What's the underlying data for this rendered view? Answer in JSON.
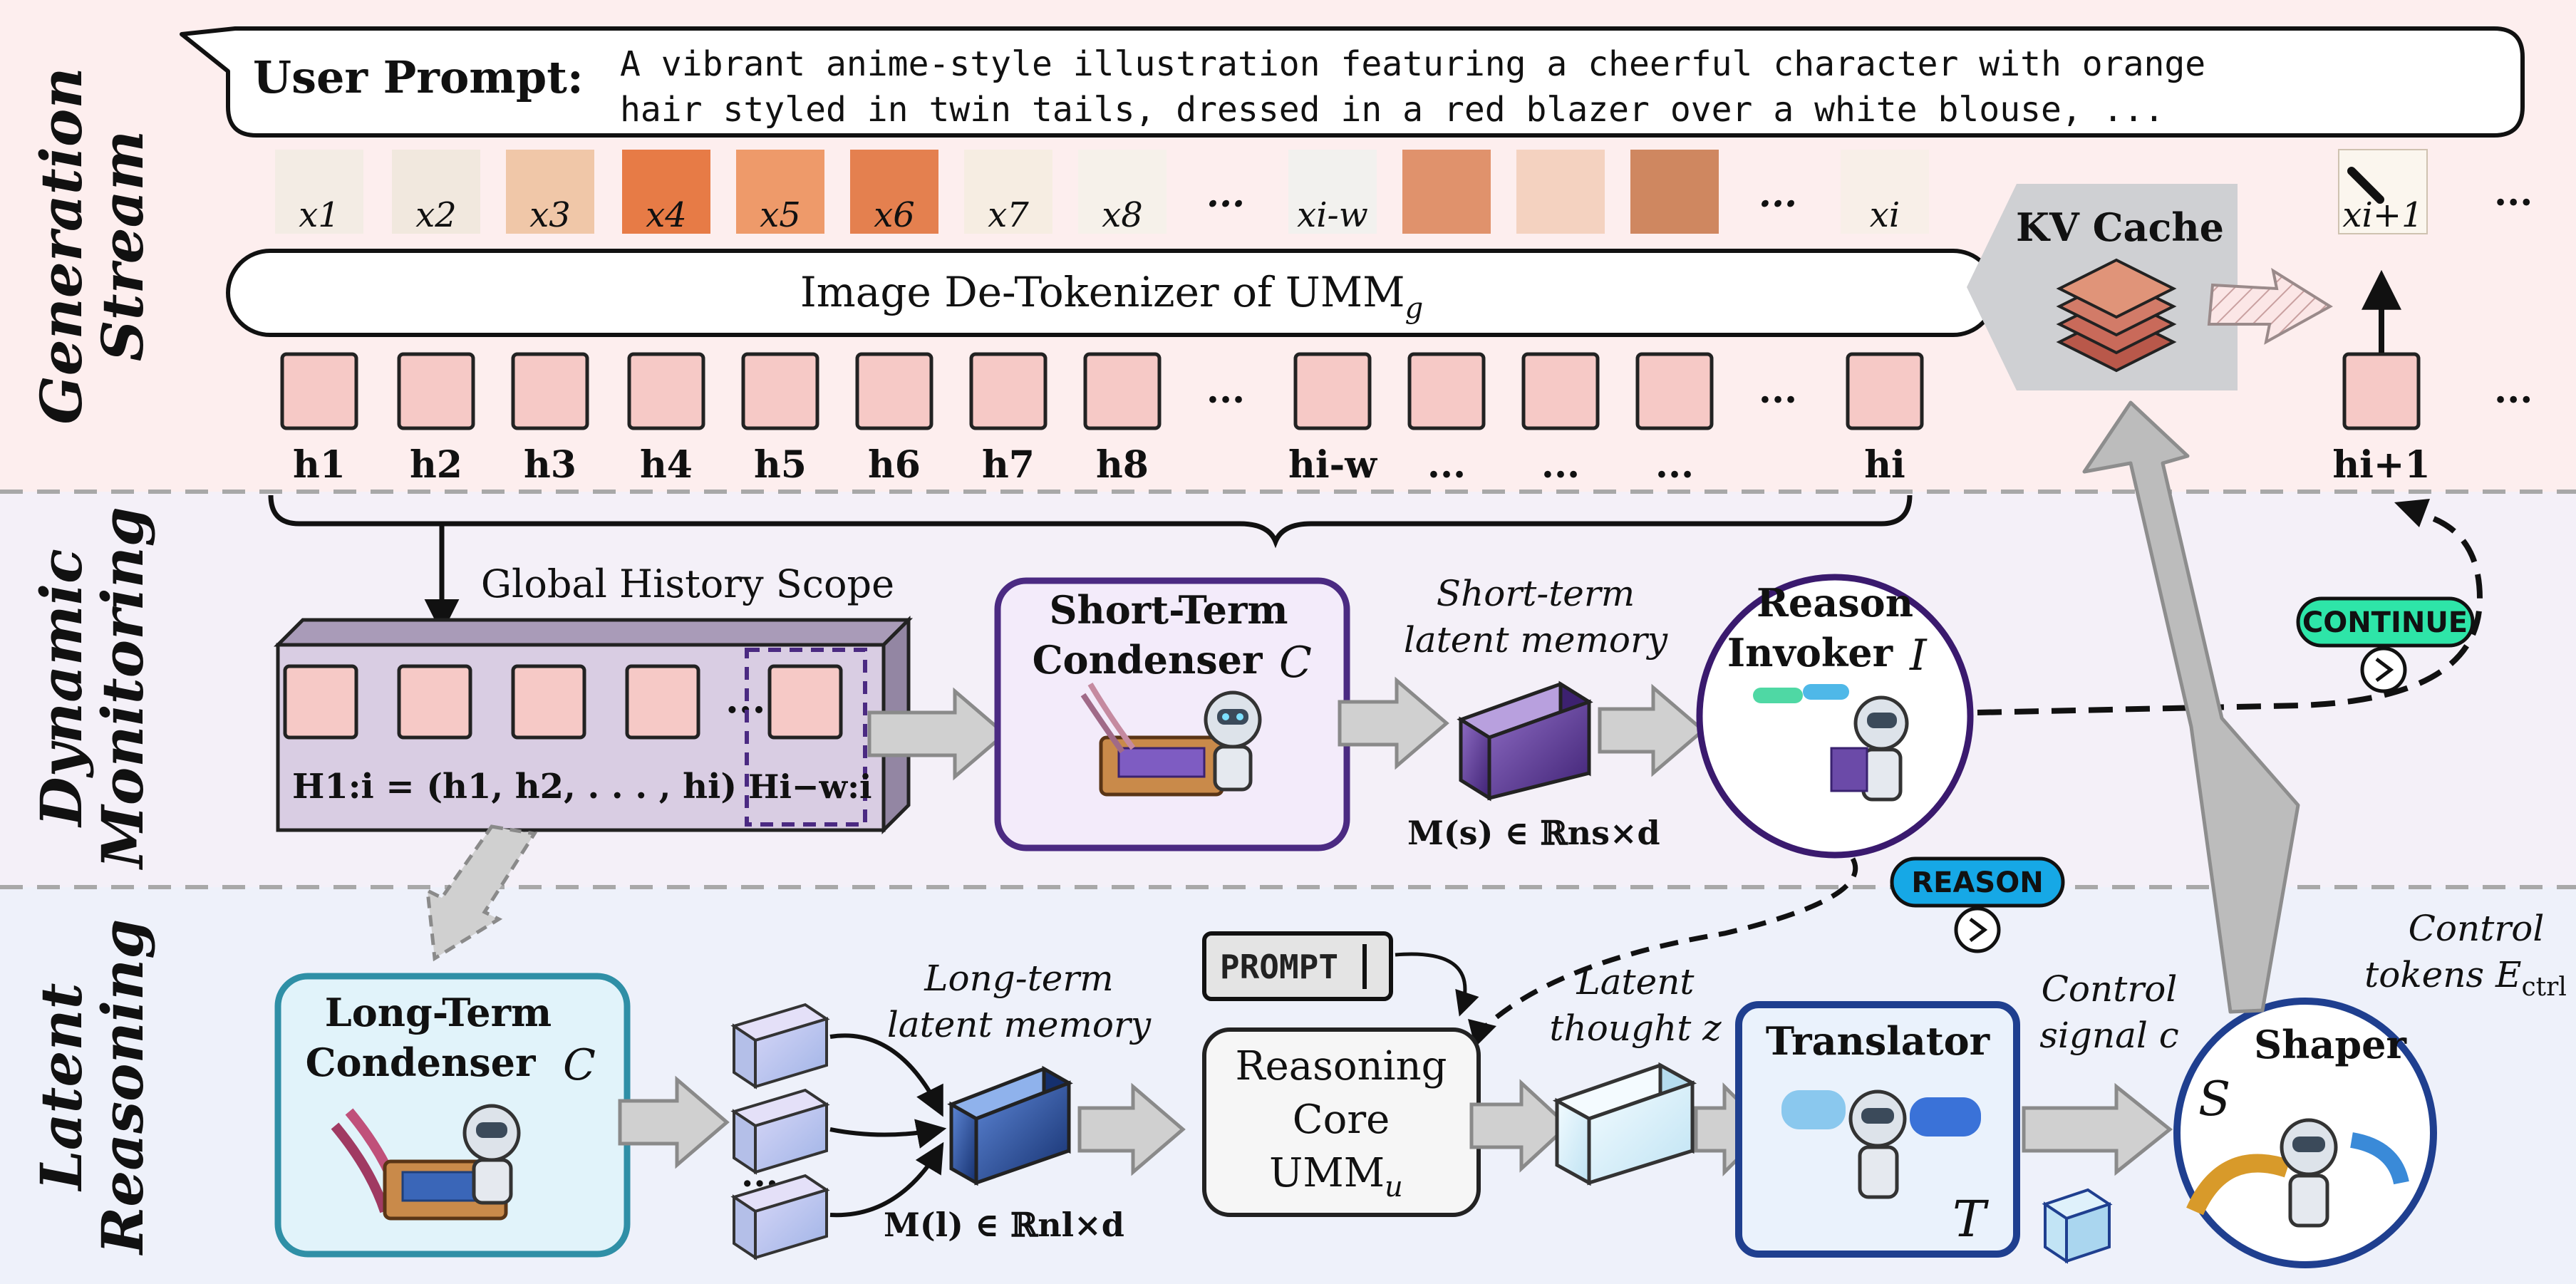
{
  "sections": {
    "generation": "Generation Stream",
    "generation_line1": "Generation",
    "generation_line2": "Stream",
    "monitoring_line1": "Dynamic",
    "monitoring_line2": "Monitoring",
    "reasoning_line1": "Latent",
    "reasoning_line2": "Reasoning"
  },
  "prompt": {
    "label": "User Prompt:",
    "line1": "A vibrant anime-style illustration featuring a cheerful character with orange",
    "line2": "hair styled in twin tails, dressed in a red blazer over a white blouse, ..."
  },
  "tokens_x": [
    "x1",
    "x2",
    "x3",
    "x4",
    "x5",
    "x6",
    "x7",
    "x8",
    "...",
    "xi-w",
    "",
    "",
    "",
    "...",
    "xi"
  ],
  "tokens_x_next": "xi+1",
  "tokens_h": [
    "h1",
    "h2",
    "h3",
    "h4",
    "h5",
    "h6",
    "h7",
    "h8",
    "...",
    "hi-w",
    "...",
    "...",
    "...",
    "...",
    "hi"
  ],
  "tokens_h_next": "hi+1",
  "ellipsis": "...",
  "detokenizer": {
    "label": "Image De-Tokenizer of UMM",
    "sub": "g"
  },
  "kv_cache": "KV Cache",
  "global_history": {
    "title": "Global History Scope",
    "formula": "H1:i = (h1, h2, . . . , hi)",
    "window": "Hi−w:i"
  },
  "short_term": {
    "title_line1": "Short-Term",
    "title_line2": "Condenser",
    "symbol": "C",
    "memory_line1": "Short-term",
    "memory_line2": "latent memory",
    "formula": "M(s) ∈ ℝns×d"
  },
  "reason_invoker": {
    "line1": "Reason",
    "line2": "Invoker",
    "symbol": "I"
  },
  "continue_label": "CONTINUE",
  "reason_label": "REASON",
  "long_term": {
    "title_line1": "Long-Term",
    "title_line2": "Condenser",
    "symbol": "C",
    "memory_line1": "Long-term",
    "memory_line2": "latent memory",
    "formula": "M(l) ∈ ℝnl×d"
  },
  "prompt_tag": "PROMPT",
  "reasoning_core": {
    "line1": "Reasoning",
    "line2": "Core",
    "line3": "UMM",
    "sub": "u"
  },
  "latent_thought": {
    "line1": "Latent",
    "line2": "thought z"
  },
  "translator": {
    "title": "Translator",
    "symbol": "T"
  },
  "control_signal": {
    "line1": "Control",
    "line2": "signal c"
  },
  "shaper": {
    "title": "Shaper",
    "symbol": "S"
  },
  "control_tokens": {
    "line1": "Control",
    "line2": "tokens E",
    "sub": "ctrl"
  },
  "colors": {
    "gen_bg": "#fdeeee",
    "mon_bg": "#f3f0f8",
    "reason_bg": "#eef1fa",
    "token_pink": "#f6c9c6",
    "purple": "#4b2a82",
    "teal": "#2f8fa6",
    "navy": "#1f3f8f",
    "continue_green": "#2ee5a8",
    "reason_blue": "#16a8e6"
  }
}
